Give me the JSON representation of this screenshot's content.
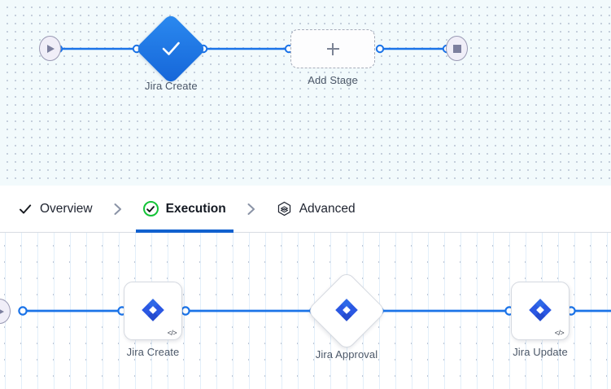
{
  "theme": {
    "accent_blue": "#1161cf",
    "wire_blue": "#1a73e8",
    "node_blue": "#1565d8",
    "jira_blue": "#2b58e3",
    "green": "#13c337",
    "label_gray": "#4b5768",
    "canvas_top_bg": "#f2fafc",
    "canvas_bottom_bg": "#ffffff"
  },
  "top_canvas": {
    "name": "pipeline-overview-canvas",
    "nodes": [
      {
        "id": "start",
        "type": "start-terminal",
        "icon": "play-icon",
        "label": ""
      },
      {
        "id": "jira-create",
        "type": "stage-diamond",
        "icon": "check-icon",
        "label": "Jira Create"
      },
      {
        "id": "add-stage",
        "type": "add-stage-card",
        "icon": "plus-icon",
        "label": "Add Stage"
      },
      {
        "id": "end",
        "type": "end-terminal",
        "icon": "stop-icon",
        "label": ""
      }
    ]
  },
  "tabs": {
    "name": "pipeline-tab-bar",
    "items": [
      {
        "id": "overview",
        "label": "Overview",
        "icon": "check-icon",
        "active": false
      },
      {
        "id": "execution",
        "label": "Execution",
        "icon": "check-circle-icon",
        "active": true
      },
      {
        "id": "advanced",
        "label": "Advanced",
        "icon": "layers-hexagon-icon",
        "active": false
      }
    ],
    "separator_icon": "chevron-right-icon"
  },
  "bottom_canvas": {
    "name": "execution-steps-canvas",
    "nodes": [
      {
        "id": "start",
        "type": "start-terminal",
        "icon": "play-icon",
        "label": ""
      },
      {
        "id": "jira-create",
        "type": "step-card",
        "icon": "jira-icon",
        "badge": "code-icon",
        "badge_text": "</>",
        "label": "Jira Create"
      },
      {
        "id": "jira-approval",
        "type": "step-diamond",
        "icon": "jira-icon",
        "label": "Jira Approval"
      },
      {
        "id": "jira-update",
        "type": "step-card",
        "icon": "jira-icon",
        "badge": "code-icon",
        "badge_text": "</>",
        "label": "Jira Update"
      }
    ]
  }
}
